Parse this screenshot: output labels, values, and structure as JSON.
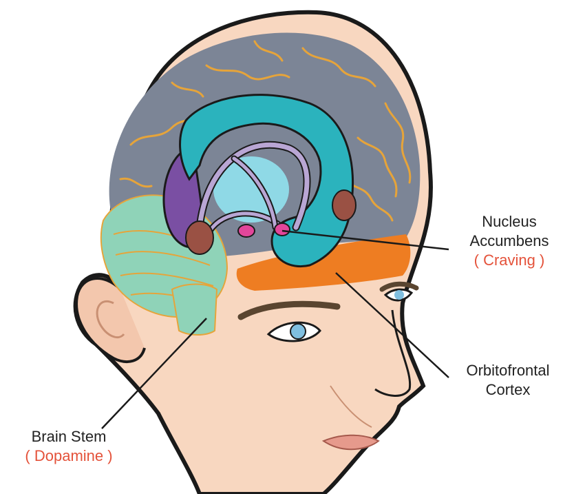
{
  "labels": {
    "nucleus": {
      "line1": "Nucleus",
      "line2": "Accumbens",
      "sub": "( Craving )"
    },
    "orbitofrontal": {
      "line1": "Orbitofrontal",
      "line2": "Cortex"
    },
    "brain_stem": {
      "line1": "Brain Stem",
      "sub": "( Dopamine )"
    }
  },
  "colors": {
    "skin": "#f8d7c0",
    "skin_shadow": "#eebfa3",
    "outline": "#1a1a1a",
    "cortex": "#7c8596",
    "gyri": "#e6a43a",
    "cerebellum": "#8fd3b8",
    "striatum": "#2bb3bd",
    "thalamus": "#8fd9e6",
    "fornix": "#b9a6d4",
    "purple_lobe": "#7a4fa3",
    "amygdala": "#9a5144",
    "nucleus_dot": "#e2469a",
    "orbitofrontal": "#ee7d22",
    "eye": "#7fbfe0",
    "brow": "#5a4530",
    "lips": "#e69a8c",
    "label_accent": "#e4523a"
  }
}
